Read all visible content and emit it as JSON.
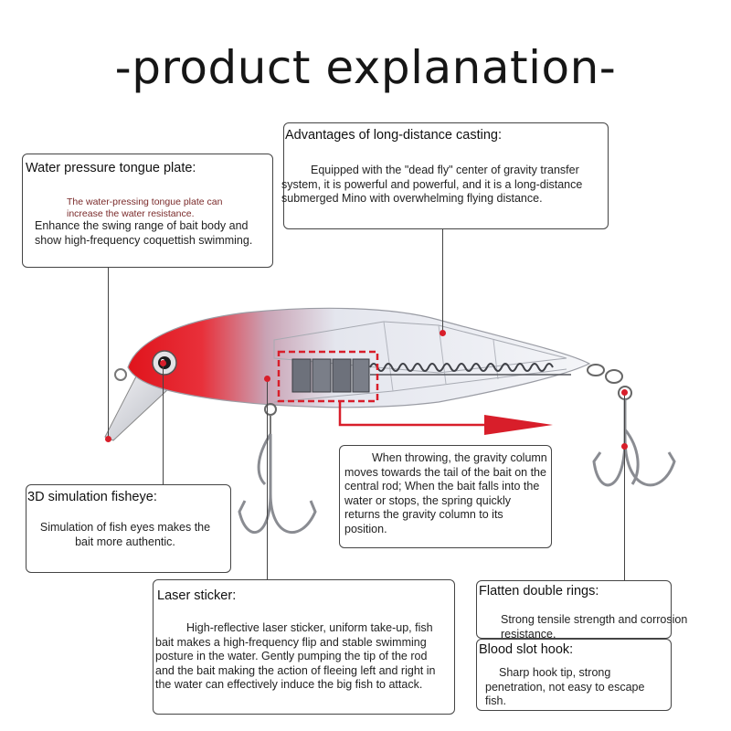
{
  "page": {
    "title": "-product explanation-"
  },
  "callouts": {
    "tongue": {
      "title": "Water pressure tongue plate:",
      "note": "The water-pressing tongue plate can increase the water resistance.",
      "text": "Enhance the swing range of bait body and show high-frequency coquettish swimming."
    },
    "casting": {
      "title": "Advantages of long-distance casting:",
      "text": "Equipped with the \"dead fly\" center of gravity transfer system, it is powerful and powerful, and it is a long-distance submerged Mino with overwhelming flying distance."
    },
    "fisheye": {
      "title": "3D simulation fisheye:",
      "text": "Simulation of fish eyes makes the bait more authentic."
    },
    "gravity": {
      "text": "When throwing, the gravity column moves towards the tail of the bait on the central rod; When the bait falls into the water or stops, the spring quickly returns the gravity column to its position."
    },
    "laser": {
      "title": "Laser sticker:",
      "text": "High-reflective laser sticker, uniform take-up, fish bait makes a high-frequency flip and stable swimming posture in the water. Gently pumping the tip of the rod and the bait making the action of fleeing left and right in the water can effectively induce the big fish to attack."
    },
    "rings": {
      "title": "Flatten double rings:",
      "text": "Strong tensile strength and corrosion resistance."
    },
    "hook": {
      "title": "Blood slot hook:",
      "text": "Sharp hook tip, strong penetration, not easy to escape fish."
    }
  },
  "colors": {
    "accent_red": "#d81e2a",
    "border": "#444444"
  }
}
